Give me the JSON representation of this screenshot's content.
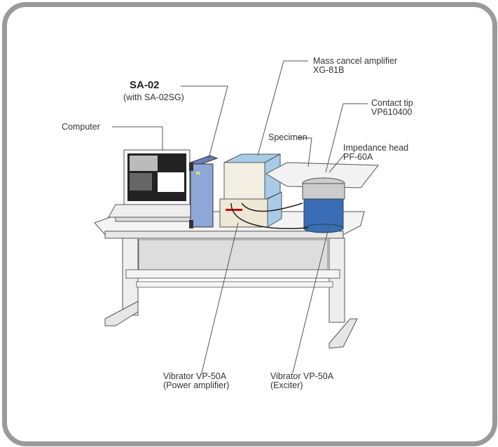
{
  "labels": {
    "sa02": "SA-02",
    "sa02_sub": "(with SA-02SG)",
    "computer": "Computer",
    "mass_cancel": "Mass cancel amplifier",
    "mass_cancel_model": "XG-81B",
    "contact_tip": "Contact tip",
    "contact_tip_model": "VP610400",
    "specimen": "Specimen",
    "impedance_head": "Impedance head",
    "impedance_head_model": "PF-60A",
    "vibrator_power": "Vibrator VP-50A",
    "vibrator_power_sub": "(Power amplifier)",
    "vibrator_exciter": "Vibrator VP-50A",
    "vibrator_exciter_sub": "(Exciter)"
  },
  "colors": {
    "frame": "#9a9a9a",
    "amp_blue": "#a8cbe8",
    "exciter_blue": "#3a6db5",
    "sa02_blue": "#8fa6d8"
  }
}
